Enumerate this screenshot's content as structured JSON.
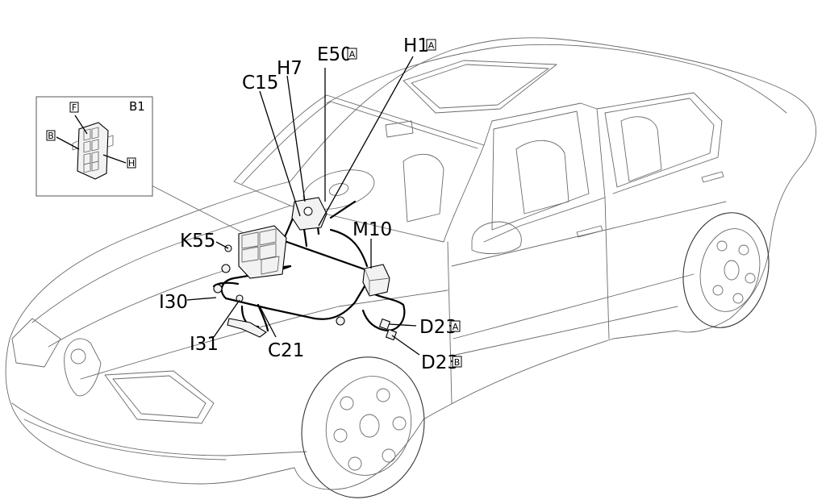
{
  "labels": {
    "c15": "C15",
    "h7": "H7",
    "e50": "E50",
    "e50_sub": "A",
    "h1": "H1",
    "h1_sub": "A",
    "k55": "K55",
    "m10": "M10",
    "i30": "I30",
    "i31": "I31",
    "c21": "C21",
    "d23a": "D23",
    "d23a_sub": "A",
    "d23b": "D23",
    "d23b_sub": "B",
    "inset_b1": "B1",
    "inset_f": "F",
    "inset_b": "B",
    "inset_h": "H"
  }
}
